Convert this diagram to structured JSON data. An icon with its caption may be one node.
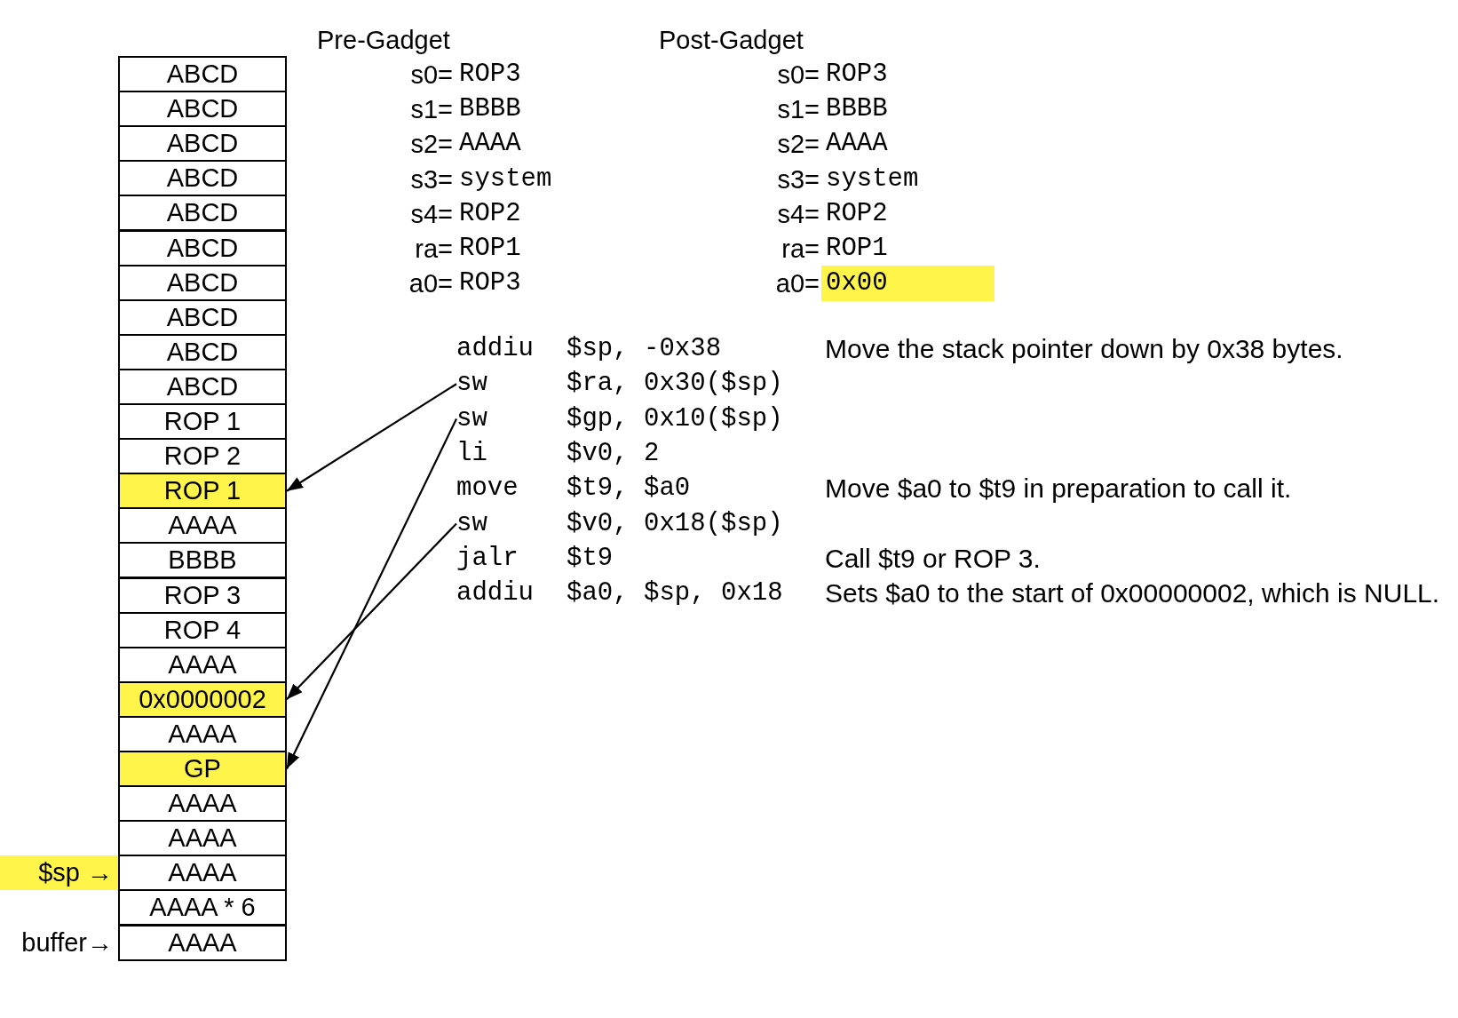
{
  "diagram": {
    "nodes": [
      {
        "text": [
          "ABCD"
        ]
      },
      {
        "text": [
          "ABCD"
        ]
      },
      {
        "text": [
          "ABCD"
        ]
      },
      {
        "text": [
          "ABCD"
        ]
      },
      {
        "text": [
          "ABCD"
        ]
      },
      {
        "text": [
          "ABCD"
        ]
      },
      {
        "text": [
          "ABCD"
        ]
      },
      {
        "text": [
          "ABCD"
        ]
      },
      {
        "text": [
          "ABCD"
        ]
      },
      {
        "text": [
          "ABCD"
        ]
      },
      {
        "text": [
          "ROP 1"
        ]
      },
      {
        "text": [
          "ROP 2"
        ]
      },
      {
        "text": [
          "ROP 1"
        ]
      },
      {
        "text": [
          "AAAA"
        ]
      },
      {
        "text": [
          "BBBB"
        ]
      },
      {
        "text": [
          "ROP 3"
        ]
      },
      {
        "text": [
          "ROP 4"
        ]
      },
      {
        "text": [
          "AAAA"
        ]
      },
      {
        "text": [
          "0x0000002"
        ]
      },
      {
        "text": [
          "AAAA"
        ]
      },
      {
        "text": [
          "GP"
        ]
      },
      {
        "text": [
          "AAAA"
        ]
      },
      {
        "text": [
          "AAAA"
        ]
      },
      {
        "text": [
          "AAAA"
        ],
        "beside": [
          "$sp →"
        ]
      },
      {
        "text": [
          "AAAA * 6"
        ]
      },
      {
        "text": [
          "AAAA"
        ],
        "beside": [
          "buffer→"
        ]
      },
      {
        "text": [
          "addiu",
          "$sp, -0x38"
        ]
      },
      {
        "text": [
          "sw",
          "$ra, 0x30($sp)"
        ]
      },
      {
        "text": [
          "sw",
          "$gp, 0x10($sp)"
        ]
      },
      {
        "text": [
          "li",
          "$v0, 2"
        ]
      },
      {
        "text": [
          "move",
          "$t9, $a0"
        ]
      },
      {
        "text": [
          "sw",
          "$v0, 0x18($sp)"
        ]
      },
      {
        "text": [
          "jalr",
          "$t9"
        ]
      },
      {
        "text": [
          "addiu",
          "$a0, $sp, 0x18"
        ]
      }
    ],
    "edges": [
      {
        "from": 27,
        "to": 12,
        "arrow": "to"
      },
      {
        "from": 28,
        "to": 20,
        "arrow": "to"
      },
      {
        "from": 31,
        "to": 18,
        "arrow": "to"
      }
    ],
    "labels": [
      "Pre-Gadget",
      "Post-Gadget",
      "s0=",
      "ROP3",
      "s0=",
      "ROP3",
      "s1=",
      "BBBB",
      "s1=",
      "BBBB",
      "s2=",
      "AAAA",
      "s2=",
      "AAAA",
      "s3=",
      "system",
      "s3=",
      "system",
      "s4=",
      "ROP2",
      "s4=",
      "ROP2",
      "ra=",
      "ROP1",
      "ra=",
      "ROP1",
      "a0=",
      "ROP3",
      "a0=",
      "0x00",
      "Move the stack pointer down by 0x38 bytes.",
      "Move $a0 to $t9 in preparation to call it.",
      "Call $t9 or ROP 3.",
      "Sets $a0 to the start of 0x00000002, which is NULL."
    ]
  }
}
